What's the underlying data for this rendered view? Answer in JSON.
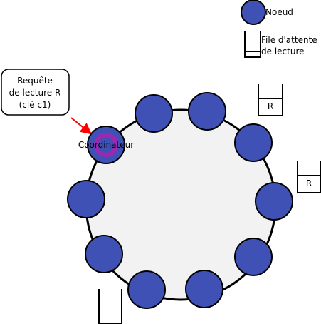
{
  "legend": {
    "node_label": "Noeud",
    "queue_label_line1": "File d'attente",
    "queue_label_line2": "de lecture"
  },
  "request_box": {
    "line1": "Requête",
    "line2": "de lecture R",
    "line3": "(clé c1)"
  },
  "coordinator_label": "Coordinateur",
  "queue_item_label": "R",
  "colors": {
    "node_fill": "#3f51b5",
    "ring_fill": "#f2f2f2",
    "coordinator_ring": "#9c27b0",
    "arrow": "#ff0000",
    "stroke": "#000000"
  }
}
